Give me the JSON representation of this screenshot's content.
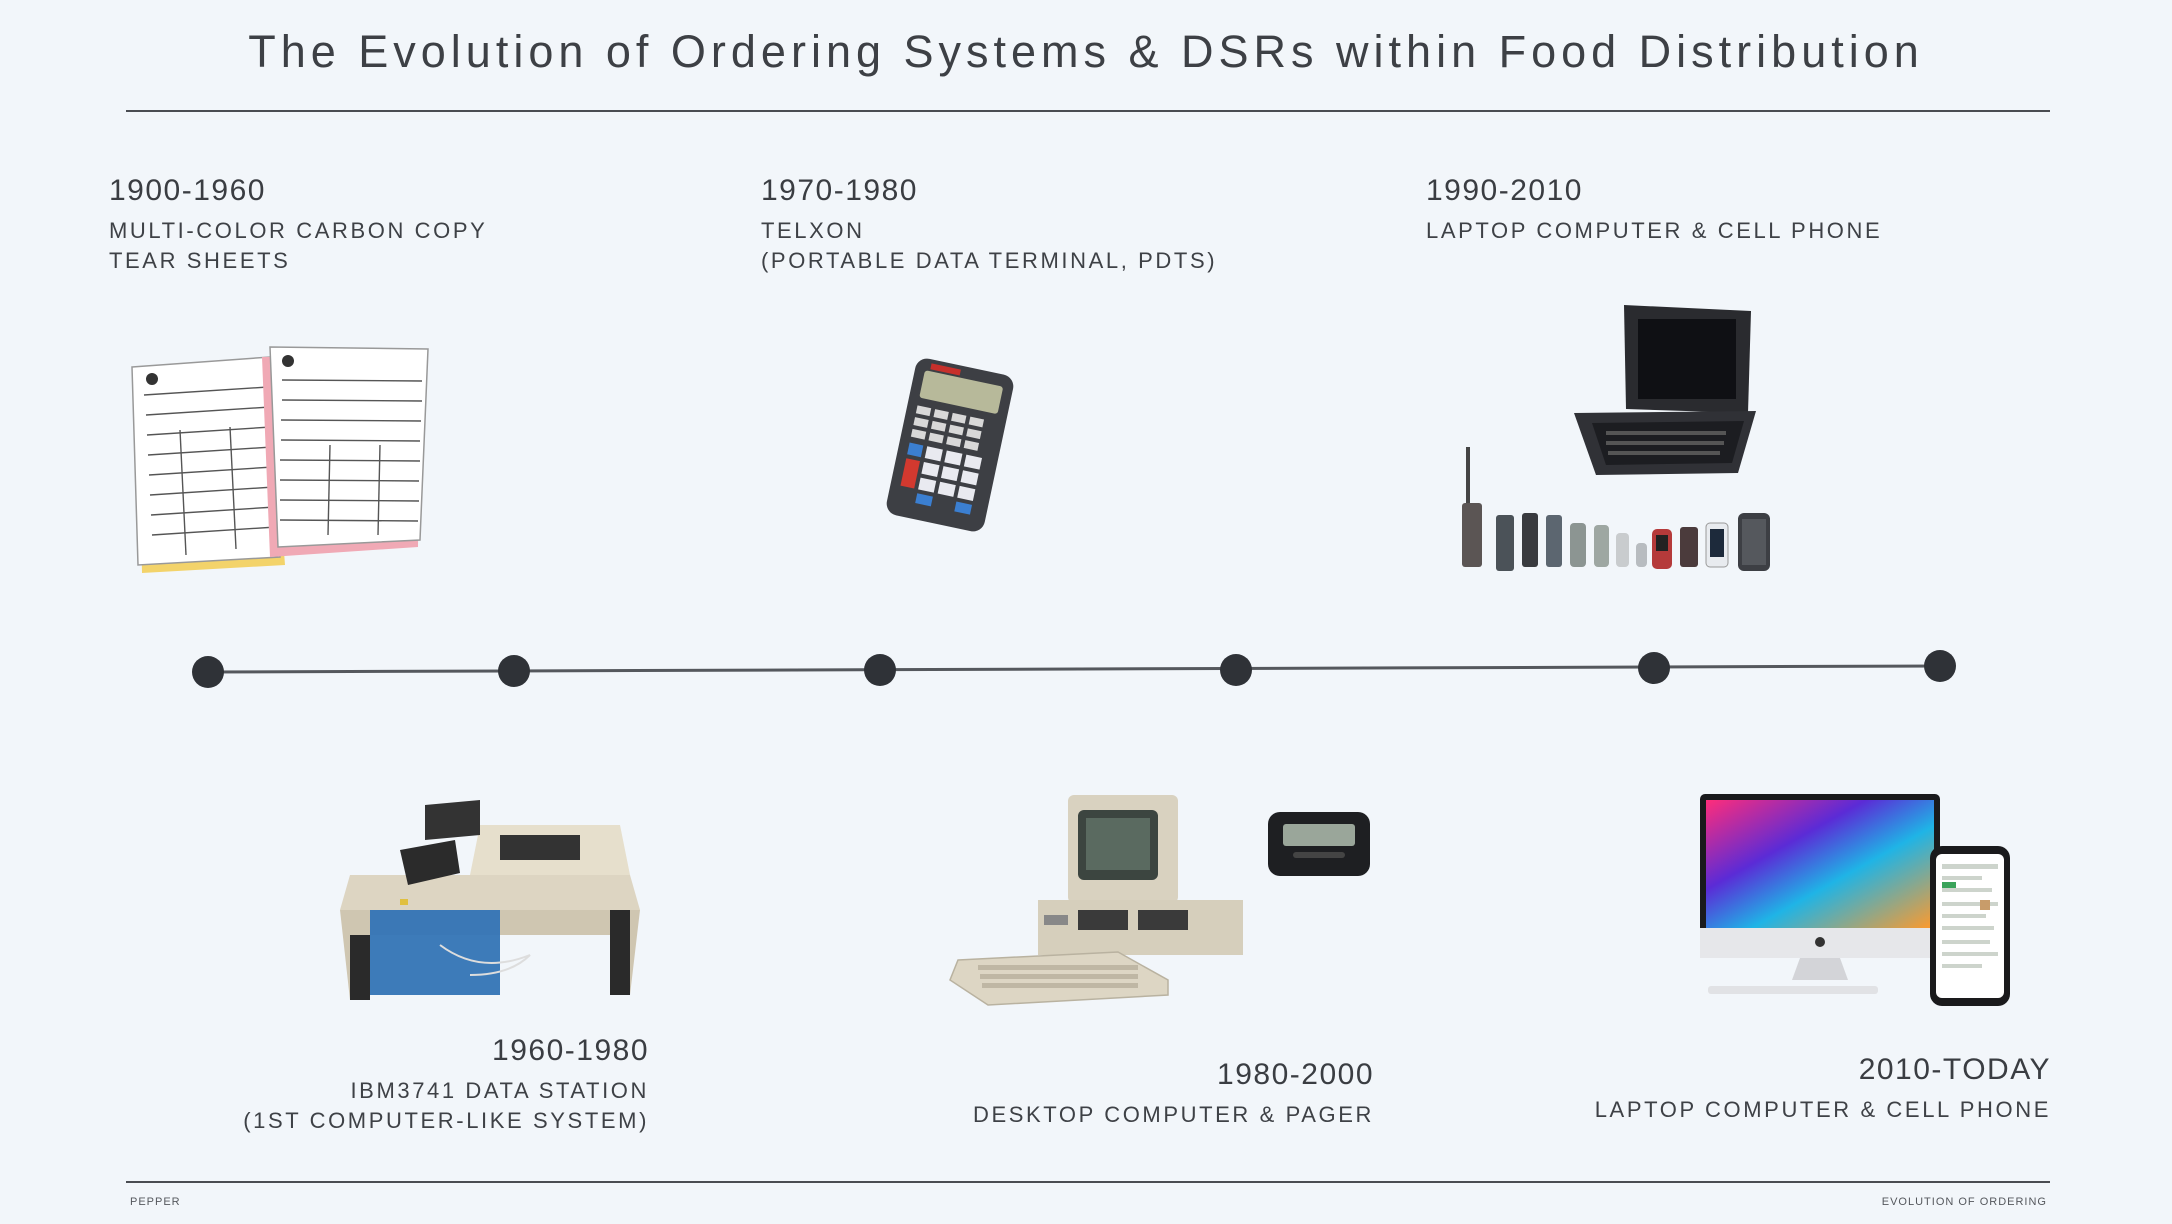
{
  "title": "The Evolution of Ordering Systems & DSRs within Food Distribution",
  "eras_top": [
    {
      "years": "1900-1960",
      "lines": [
        "MULTI-COLOR CARBON COPY",
        "TEAR SHEETS"
      ],
      "icon": "carbon-copy-sheets-icon"
    },
    {
      "years": "1970-1980",
      "lines": [
        "TELXON",
        "(PORTABLE DATA TERMINAL, PDTS)"
      ],
      "icon": "handheld-terminal-icon"
    },
    {
      "years": "1990-2010",
      "lines": [
        "LAPTOP COMPUTER & CELL PHONE"
      ],
      "icon": "laptop-and-phones-icon"
    }
  ],
  "eras_bottom": [
    {
      "years": "1960-1980",
      "lines": [
        "IBM3741 DATA STATION",
        "(1ST COMPUTER-LIKE SYSTEM)"
      ],
      "icon": "data-station-icon"
    },
    {
      "years": "1980-2000",
      "lines": [
        "DESKTOP COMPUTER & PAGER"
      ],
      "icon": "desktop-and-pager-icon"
    },
    {
      "years": "2010-TODAY",
      "lines": [
        "LAPTOP COMPUTER & CELL PHONE"
      ],
      "icon": "imac-and-smartphone-icon"
    }
  ],
  "timeline_nodes": 6,
  "footer": {
    "left": "PEPPER",
    "right": "EVOLUTION OF ORDERING"
  },
  "colors": {
    "background": "#f2f6fa",
    "text": "#3a3d42",
    "node": "#2f3237",
    "line": "#55585d"
  }
}
